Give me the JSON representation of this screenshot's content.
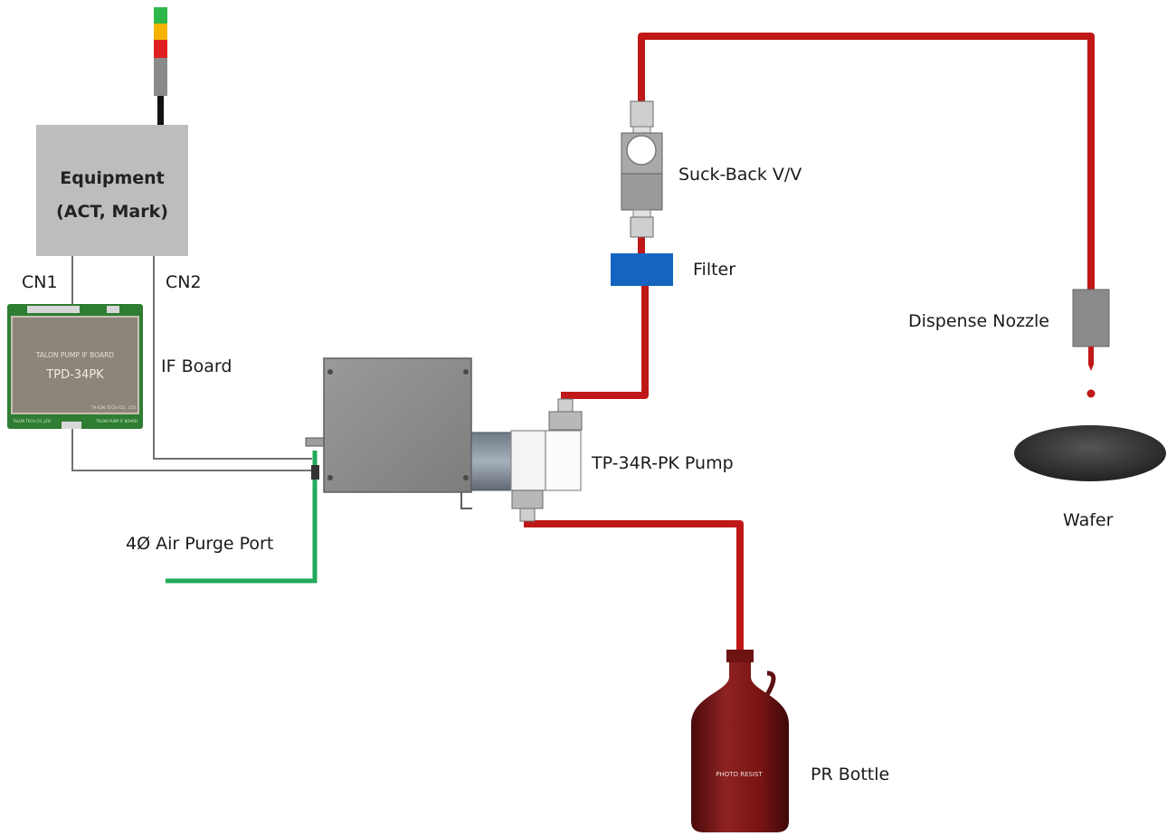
{
  "equipment": {
    "line1": "Equipment",
    "line2": "(ACT, Mark)"
  },
  "if_board": {
    "header": "TALON PUMP IF BOARD",
    "model": "TPD-34PK",
    "maker": "TA-ION TECH CO., LTD",
    "foot_left": "TALON TECH CO.,LTD",
    "foot_right": "TALON PUMP IF BOARD"
  },
  "bottle": {
    "label": "PHOTO RESIST"
  },
  "labels": {
    "cn1": "CN1",
    "cn2": "CN2",
    "if_board": "IF Board",
    "air_purge": "4Ø Air Purge Port",
    "pump": "TP-34R-PK Pump",
    "suck_back": "Suck-Back V/V",
    "filter": "Filter",
    "nozzle": "Dispense Nozzle",
    "wafer": "Wafer",
    "pr_bottle": "PR Bottle"
  },
  "colors": {
    "pipe_red": "#c01818",
    "air_green": "#22aa5a",
    "board_green": "#2e7d32",
    "filter_blue": "#1565c0",
    "bottle_red": "#7a1414",
    "equipment_gray": "#bdbdbd",
    "signal_green": "#2eb84a",
    "signal_yellow": "#f5b400",
    "signal_red": "#e02020"
  }
}
